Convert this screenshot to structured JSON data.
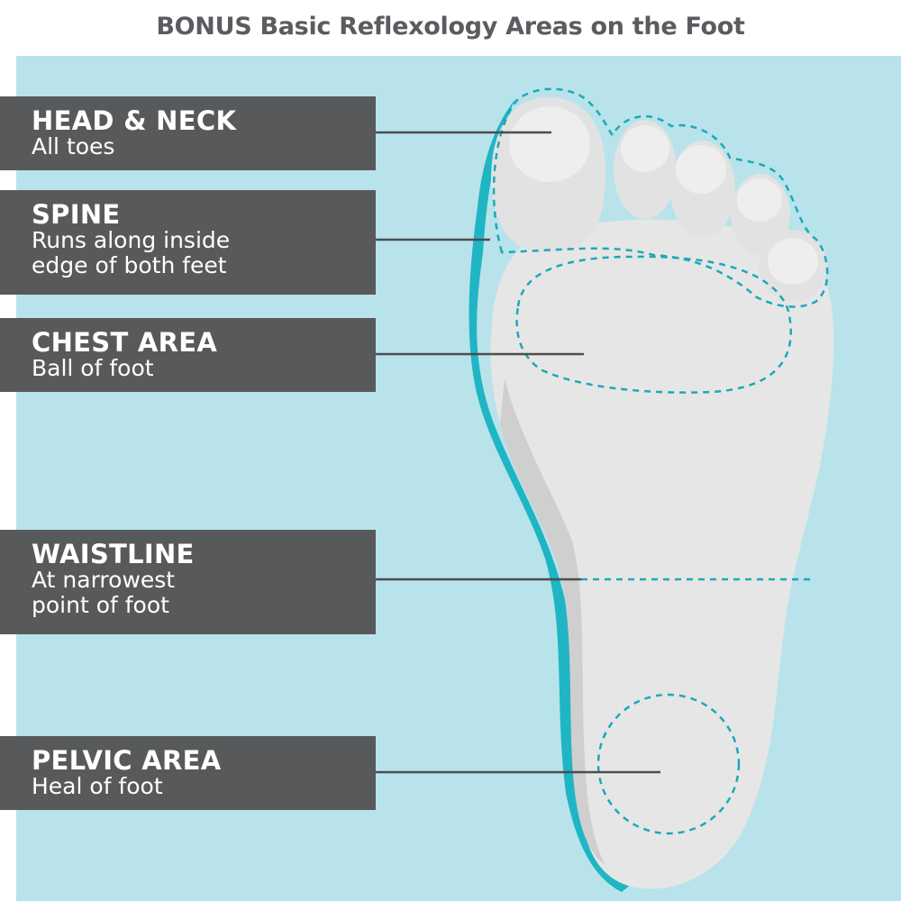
{
  "title": "BONUS Basic Reflexology Areas on the Foot",
  "colors": {
    "background": "#b8e3ea",
    "label_box": "#58595b",
    "foot": "#e6e6e6",
    "foot_shadow": "#cccccc",
    "edge_teal": "#1fb5c4",
    "dashed_outline": "#1ba9b8",
    "leader_line": "#4d4d4f"
  },
  "labels": [
    {
      "key": "head-neck",
      "heading": "HEAD & NECK",
      "detail": "All toes"
    },
    {
      "key": "spine",
      "heading": "SPINE",
      "detail": "Runs along inside\nedge of both feet"
    },
    {
      "key": "chest",
      "heading": "CHEST AREA",
      "detail": "Ball of foot"
    },
    {
      "key": "waistline",
      "heading": "WAISTLINE",
      "detail": "At narrowest\npoint of foot"
    },
    {
      "key": "pelvic",
      "heading": "PELVIC AREA",
      "detail": "Heal of foot"
    }
  ]
}
